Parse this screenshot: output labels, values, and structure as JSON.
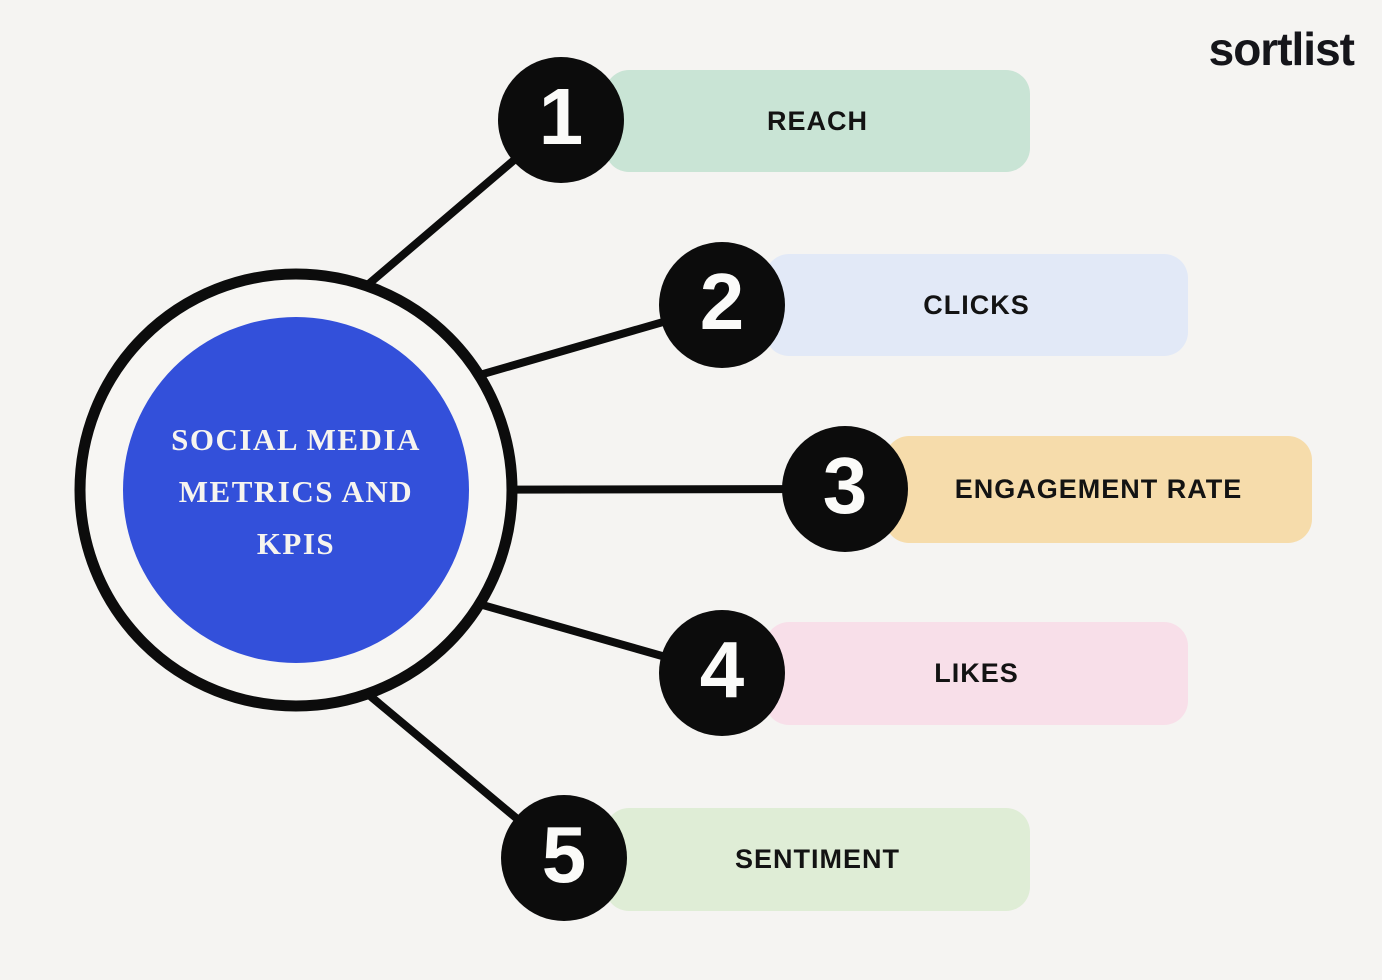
{
  "page": {
    "background_color": "#f5f4f2"
  },
  "logo": {
    "text": "sortlist",
    "color": "#15151a"
  },
  "center": {
    "title": "SOCIAL MEDIA METRICS AND KPIS",
    "title_lines": [
      "SOCIAL MEDIA",
      "METRICS AND",
      "KPIS"
    ],
    "circle_color": "#3350da",
    "ring_fill": "#f7f6f3",
    "ring_stroke": "#0c0c0c",
    "text_color": "#f6f4ef"
  },
  "diagram": {
    "type": "radial-mindmap",
    "line_color": "#0c0c0c",
    "node_color": "#0c0c0c",
    "node_number_color": "#fbfbf9"
  },
  "items": [
    {
      "number": "1",
      "label": "REACH",
      "pill_color": "#c9e4d5"
    },
    {
      "number": "2",
      "label": "CLICKS",
      "pill_color": "#e2e9f7"
    },
    {
      "number": "3",
      "label": "ENGAGEMENT RATE",
      "pill_color": "#f6dcab"
    },
    {
      "number": "4",
      "label": "LIKES",
      "pill_color": "#f8dfe9"
    },
    {
      "number": "5",
      "label": "SENTIMENT",
      "pill_color": "#dfedd6"
    }
  ]
}
